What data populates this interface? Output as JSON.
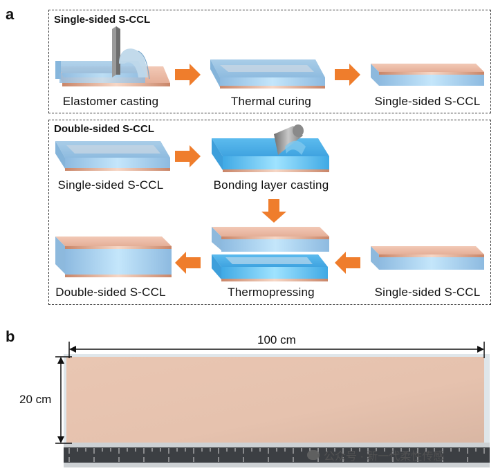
{
  "panel_a": {
    "letter": "a",
    "single_title": "Single-sided S-CCL",
    "double_title": "Double-sided S-CCL",
    "steps": {
      "elastomer_casting": "Elastomer casting",
      "thermal_curing": "Thermal curing",
      "single_result": "Single-sided S-CCL",
      "single_input": "Single-sided S-CCL",
      "bonding_layer_casting": "Bonding layer casting",
      "thermopressing": "Thermopressing",
      "single_input_2": "Single-sided S-CCL",
      "double_result": "Double-sided S-CCL"
    }
  },
  "panel_b": {
    "letter": "b",
    "width_label": "100 cm",
    "height_label": "20 cm"
  },
  "watermark": "公众号 · 新一代柔性传感",
  "colors": {
    "arrow": "#EF7D2C",
    "copper": "#E9B39B",
    "elastomer": "#7FB3DA",
    "bonding": "#4FB0E6",
    "board": "#E6C3AE"
  }
}
